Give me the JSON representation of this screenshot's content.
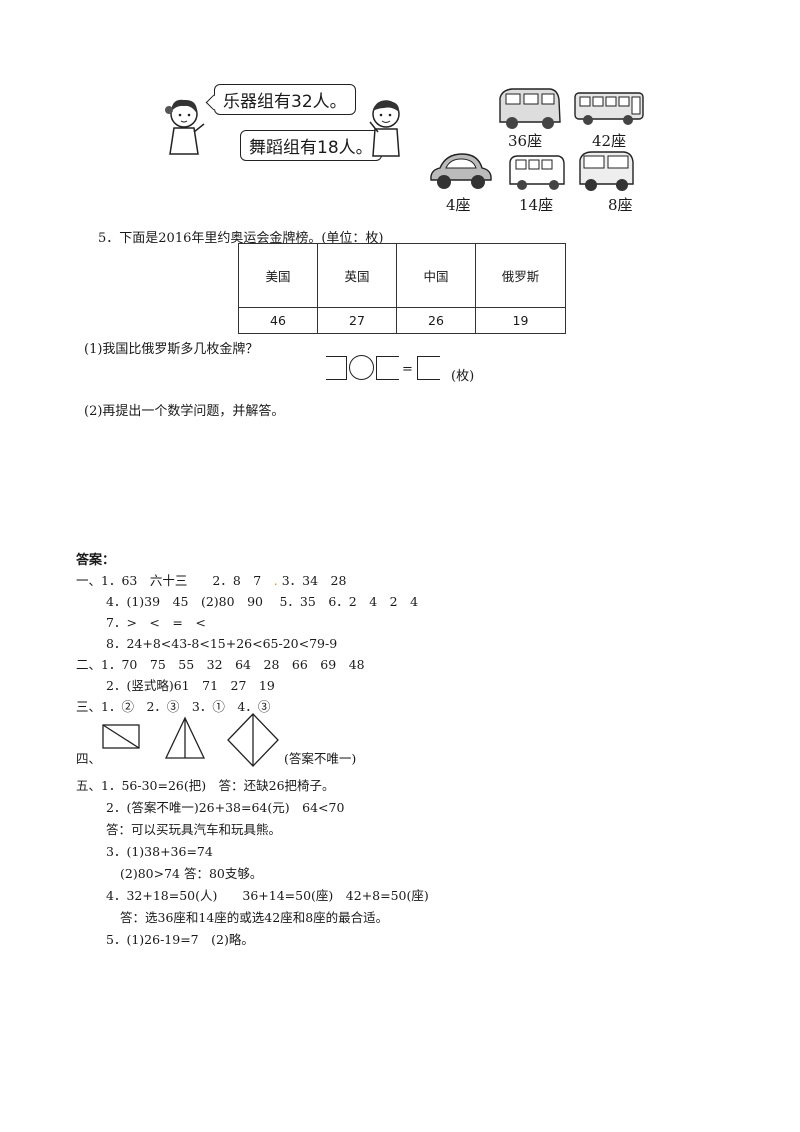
{
  "picture": {
    "bubble_music": "乐器组有32人。",
    "bubble_dance": "舞蹈组有18人。",
    "vehicles": [
      {
        "seats": "36座",
        "icon": "minibus-icon"
      },
      {
        "seats": "42座",
        "icon": "bus-icon"
      },
      {
        "seats": "4座",
        "icon": "car-icon"
      },
      {
        "seats": "14座",
        "icon": "small-bus-icon"
      },
      {
        "seats": "8座",
        "icon": "van-icon"
      }
    ]
  },
  "question5": {
    "title": "5．下面是2016年里约奥运会金牌榜。(单位：枚)",
    "table": {
      "headers": [
        "美国",
        "英国",
        "中国",
        "俄罗斯"
      ],
      "values": [
        "46",
        "27",
        "26",
        "19"
      ]
    },
    "part1": "(1)我国比俄罗斯多几枚金牌？",
    "part1_equals": "=",
    "part1_unit": "(枚)",
    "part2": "(2)再提出一个数学问题，并解答。"
  },
  "answers": {
    "heading": "答案：",
    "lines": [
      {
        "prefix": "一、",
        "text": "1．63　六十三　　2．8　7　",
        "dot": ".",
        "text2": " 3．34　28"
      },
      {
        "prefix": "",
        "text": "4．(1)39　45　(2)80　90　 5．35　6．2　4　2　4"
      },
      {
        "prefix": "",
        "text": "7．>　<　=　<"
      },
      {
        "prefix": "",
        "text": "8．24+8<43-8<15+26<65-20<79-9"
      },
      {
        "prefix": "二、",
        "text": "1．70　75　55　32　64　28　66　69　48"
      },
      {
        "prefix": "",
        "text": "2．(竖式略)61　71　27　19"
      },
      {
        "prefix": "三、",
        "text": "1．②　2．③　3．①　4．③"
      },
      {
        "prefix": "四、",
        "text": "",
        "note": "(答案不唯一)"
      },
      {
        "prefix": "五、",
        "text": "1．56-30=26(把)　答：还缺26把椅子。"
      },
      {
        "prefix": "",
        "text": "2．(答案不唯一)26+38=64(元)　64<70"
      },
      {
        "prefix": "",
        "text": "答：可以买玩具汽车和玩具熊。"
      },
      {
        "prefix": "",
        "text": "3．(1)38+36=74"
      },
      {
        "prefix": "",
        "text": "(2)80>74 答：80支够。"
      },
      {
        "prefix": "",
        "text": "4．32+18=50(人)　　36+14=50(座)　42+8=50(座)"
      },
      {
        "prefix": "",
        "text": "答：选36座和14座的或选42座和8座的最合适。"
      },
      {
        "prefix": "",
        "text": "5．(1)26-19=7　(2)略。"
      }
    ]
  }
}
